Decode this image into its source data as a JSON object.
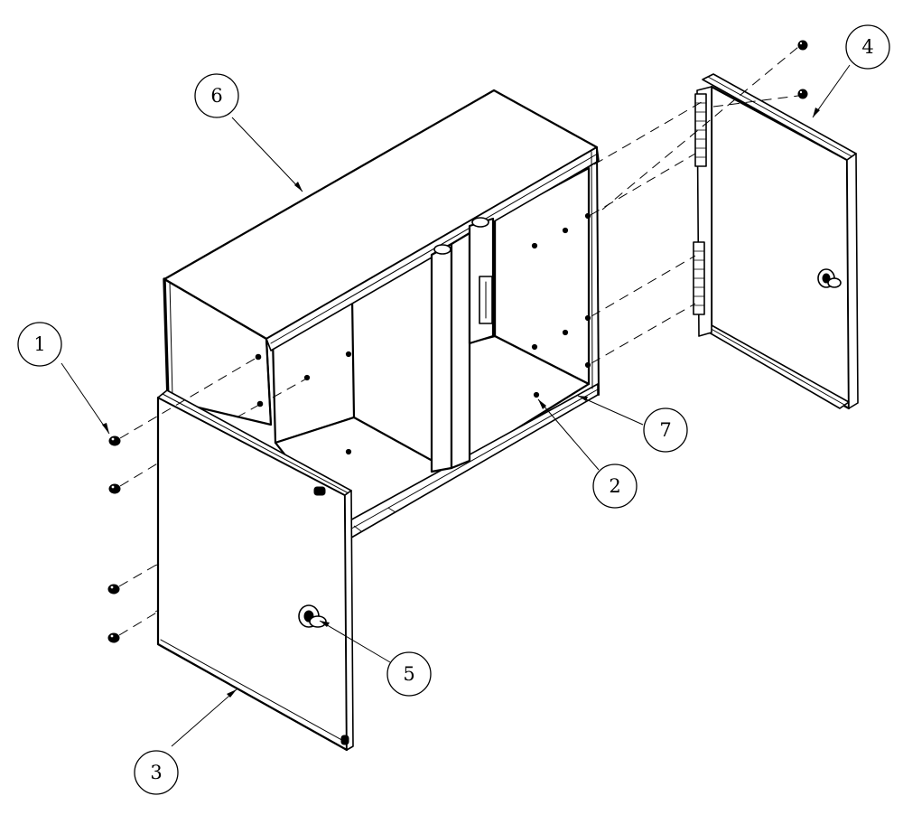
{
  "diagram": {
    "callouts": [
      {
        "id": "callout-1",
        "label": "1"
      },
      {
        "id": "callout-2",
        "label": "2"
      },
      {
        "id": "callout-3",
        "label": "3"
      },
      {
        "id": "callout-4",
        "label": "4"
      },
      {
        "id": "callout-5",
        "label": "5"
      },
      {
        "id": "callout-6",
        "label": "6"
      },
      {
        "id": "callout-7",
        "label": "7"
      }
    ],
    "parts": [
      "enclosure-body",
      "left-door",
      "right-door",
      "latch",
      "screws",
      "center-divider"
    ]
  }
}
